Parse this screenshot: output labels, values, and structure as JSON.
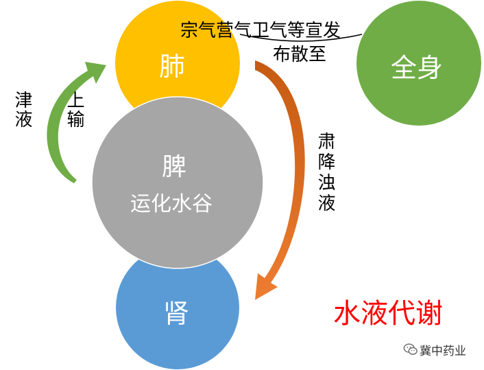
{
  "nodes": {
    "lung": {
      "label": "肺",
      "color": "#FFC000"
    },
    "spleen": {
      "label": "脾",
      "sublabel": "运化水谷",
      "color": "#A6A6A6"
    },
    "kidney": {
      "label": "肾",
      "color": "#5B9BD5"
    },
    "body": {
      "label": "全身",
      "color": "#70AD47"
    }
  },
  "annotations": {
    "top_line1": "宗气营气卫气等宣发",
    "top_line2": "布散至",
    "left_outer": "津液",
    "left_inner": "上输",
    "right": "肃降浊液"
  },
  "title": {
    "text": "水液代谢",
    "color": "#FF0000"
  },
  "watermark": {
    "text": "冀中药业",
    "icon": "wechat-icon"
  },
  "colors": {
    "left_arrow": "#70AD47",
    "right_arrow_top": "#C55A11",
    "right_arrow_bottom": "#ED7D31"
  }
}
